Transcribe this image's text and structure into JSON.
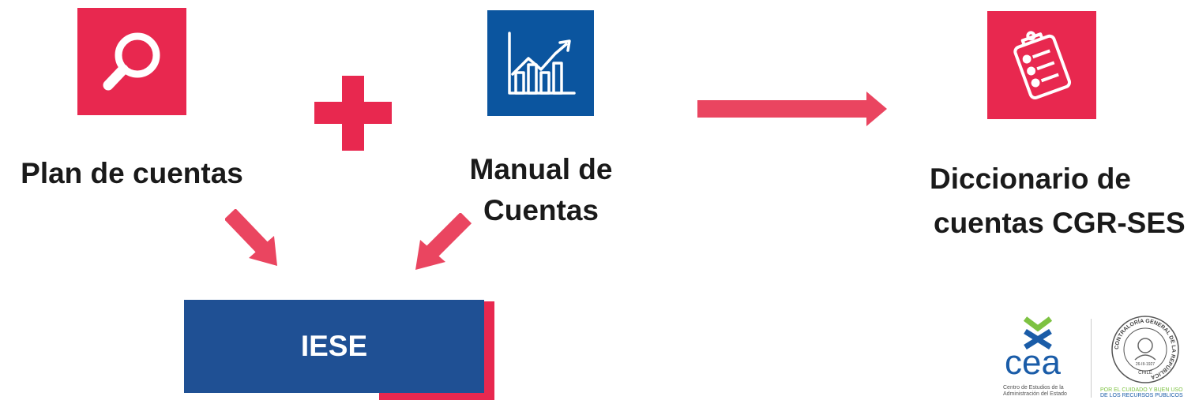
{
  "colors": {
    "accent_red": "#e8284f",
    "arrow_red": "#ea4560",
    "manual_blue": "#0b559f",
    "iese_blue": "#1f5094",
    "cea_green": "#7dc242",
    "cea_blue": "#1a5ca8"
  },
  "nodes": {
    "plan": {
      "label": "Plan de cuentas",
      "icon": "magnifier-icon"
    },
    "manual": {
      "label_line1": "Manual de",
      "label_line2": "Cuentas",
      "icon": "chart-trend-icon"
    },
    "diccionario": {
      "label_line1": "Diccionario de",
      "label_line2": "cuentas CGR-SES",
      "icon": "clipboard-list-icon"
    },
    "iese": {
      "label": "IESE"
    }
  },
  "connectors": {
    "plus": "plus-icon",
    "right_arrow": "arrow-right-icon",
    "diag_arrows": [
      "arrow-down-right-icon",
      "arrow-down-left-icon"
    ]
  },
  "logos": {
    "cea": {
      "name": "cea",
      "caption_line1": "Centro de Estudios de la",
      "caption_line2": "Administración del Estado"
    },
    "cgr": {
      "ring_text": "CONTRALORÍA GENERAL DE LA REPÚBLICA",
      "date": "26-III-1927",
      "country": "CHILE",
      "tagline_line1": "POR EL CUIDADO Y BUEN USO",
      "tagline_line2": "DE LOS RECURSOS PÚBLICOS"
    }
  }
}
